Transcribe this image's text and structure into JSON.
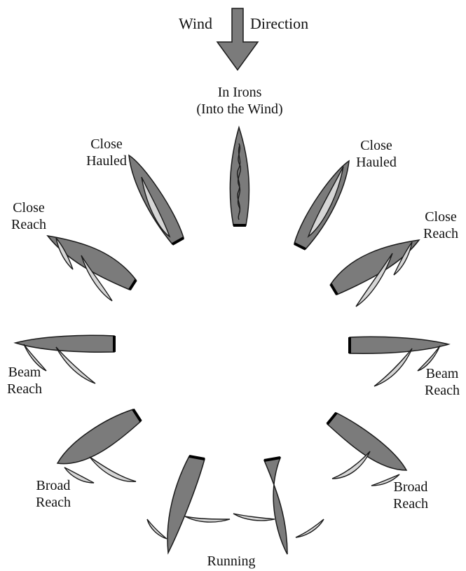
{
  "wind": {
    "word1": "Wind",
    "word2": "Direction"
  },
  "labels": {
    "in_irons": [
      "In Irons",
      "(Into the Wind)"
    ],
    "close_hauled_left": [
      "Close",
      "Hauled"
    ],
    "close_hauled_right": [
      "Close",
      "Hauled"
    ],
    "close_reach_left": [
      "Close",
      "Reach"
    ],
    "close_reach_right": [
      "Close",
      "Reach"
    ],
    "beam_reach_left": [
      "Beam",
      "Reach"
    ],
    "beam_reach_right": [
      "Beam",
      "Reach"
    ],
    "broad_reach_left": [
      "Broad",
      "Reach"
    ],
    "broad_reach_right": [
      "Broad",
      "Reach"
    ],
    "running": "Running"
  },
  "colors": {
    "hull": "#7b7b7b",
    "sail": "#d6d6d6",
    "arrow": "#7b7b7b",
    "outline": "#1a1a1a"
  }
}
